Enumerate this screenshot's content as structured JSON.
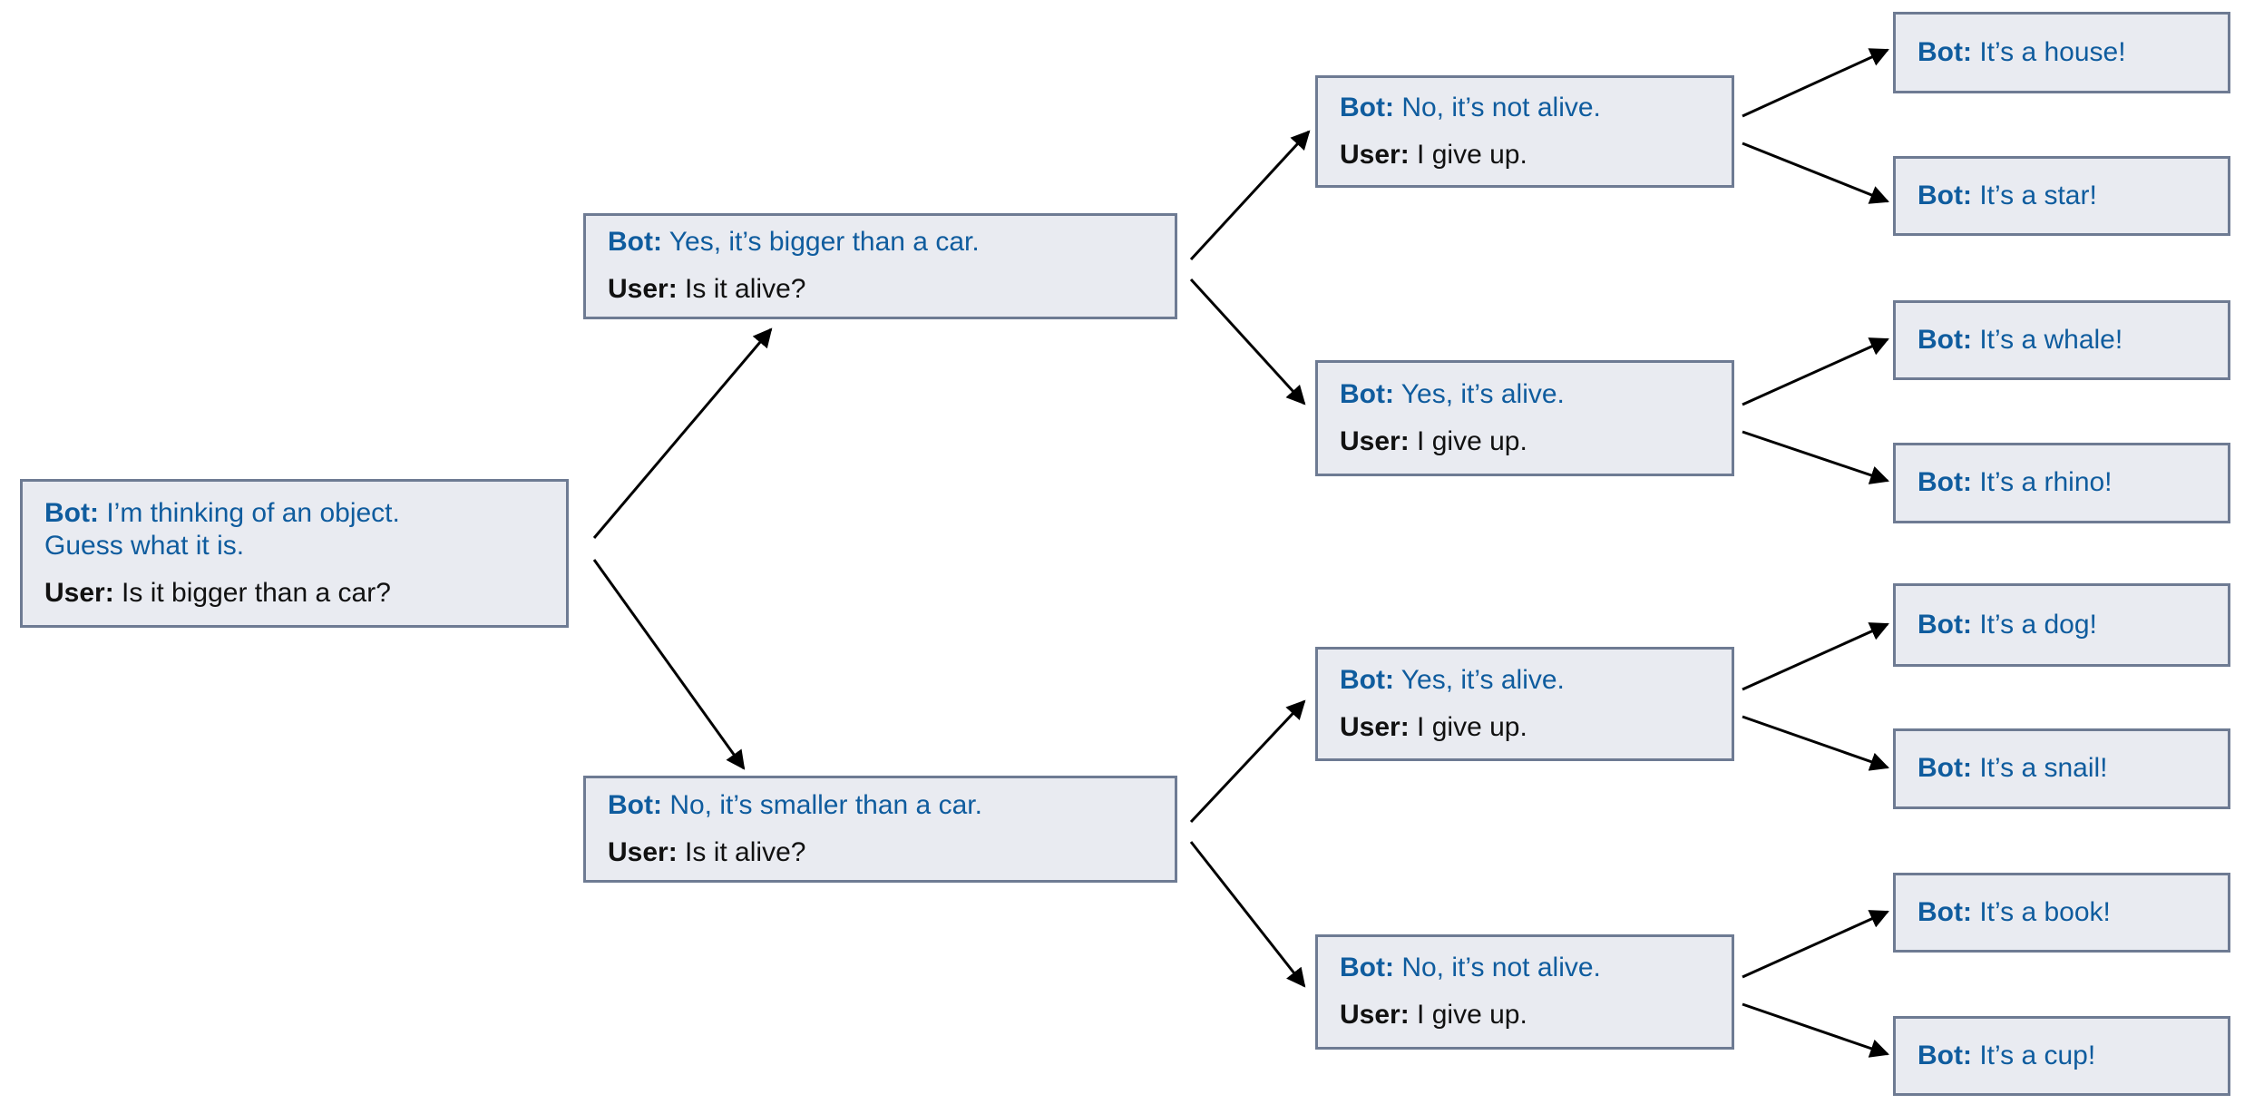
{
  "diagram": {
    "type": "dialogue-decision-tree",
    "speakers": {
      "bot": "Bot:",
      "user": "User:"
    },
    "colors": {
      "bot_text": "#0F5C9E",
      "user_text": "#111111",
      "node_bg": "#E9EBF1",
      "node_border": "#6E7B93",
      "arrow": "#000000"
    },
    "nodes": {
      "root": {
        "bot": [
          "I’m thinking of an object.",
          "Guess what it is."
        ],
        "user": "Is it bigger than a car?"
      },
      "bigger": {
        "bot": [
          "Yes, it’s bigger than a car."
        ],
        "user": "Is it alive?"
      },
      "smaller": {
        "bot": [
          "No, it’s smaller than a car."
        ],
        "user": "Is it alive?"
      },
      "bigger_not_alive": {
        "bot": [
          "No, it’s not alive."
        ],
        "user": "I give up."
      },
      "bigger_alive": {
        "bot": [
          "Yes, it’s alive."
        ],
        "user": "I give up."
      },
      "smaller_alive": {
        "bot": [
          "Yes, it’s alive."
        ],
        "user": "I give up."
      },
      "smaller_not_alive": {
        "bot": [
          "No, it’s not alive."
        ],
        "user": "I give up."
      },
      "house": {
        "bot": "It’s a house!"
      },
      "star": {
        "bot": "It’s a star!"
      },
      "whale": {
        "bot": "It’s a whale!"
      },
      "rhino": {
        "bot": "It’s a rhino!"
      },
      "dog": {
        "bot": "It’s a dog!"
      },
      "snail": {
        "bot": "It’s a snail!"
      },
      "book": {
        "bot": "It’s a book!"
      },
      "cup": {
        "bot": "It’s a cup!"
      }
    }
  }
}
